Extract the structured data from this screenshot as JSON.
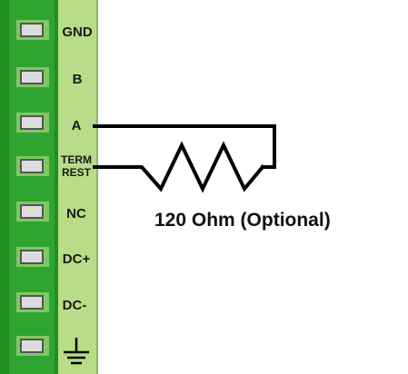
{
  "terminals": [
    {
      "key": "gnd",
      "label": "GND"
    },
    {
      "key": "b",
      "label": "B"
    },
    {
      "key": "a",
      "label": "A"
    },
    {
      "key": "term-rest",
      "label_line1": "TERM",
      "label_line2": "REST"
    },
    {
      "key": "nc",
      "label": "NC"
    },
    {
      "key": "dc-plus",
      "label": "DC+"
    },
    {
      "key": "dc-minus",
      "label": "DC-"
    },
    {
      "key": "earth-ground",
      "label": ""
    }
  ],
  "resistor": {
    "label": "120 Ohm (Optional)"
  },
  "colors": {
    "block_dark_green": "#1f8f1f",
    "block_mid_green": "#2fa52f",
    "block_light_green": "#7fc964",
    "label_strip": "#b9dc88",
    "screw_face": "#dcdcdc",
    "screw_shadow": "#555555",
    "wire": "#000000"
  }
}
